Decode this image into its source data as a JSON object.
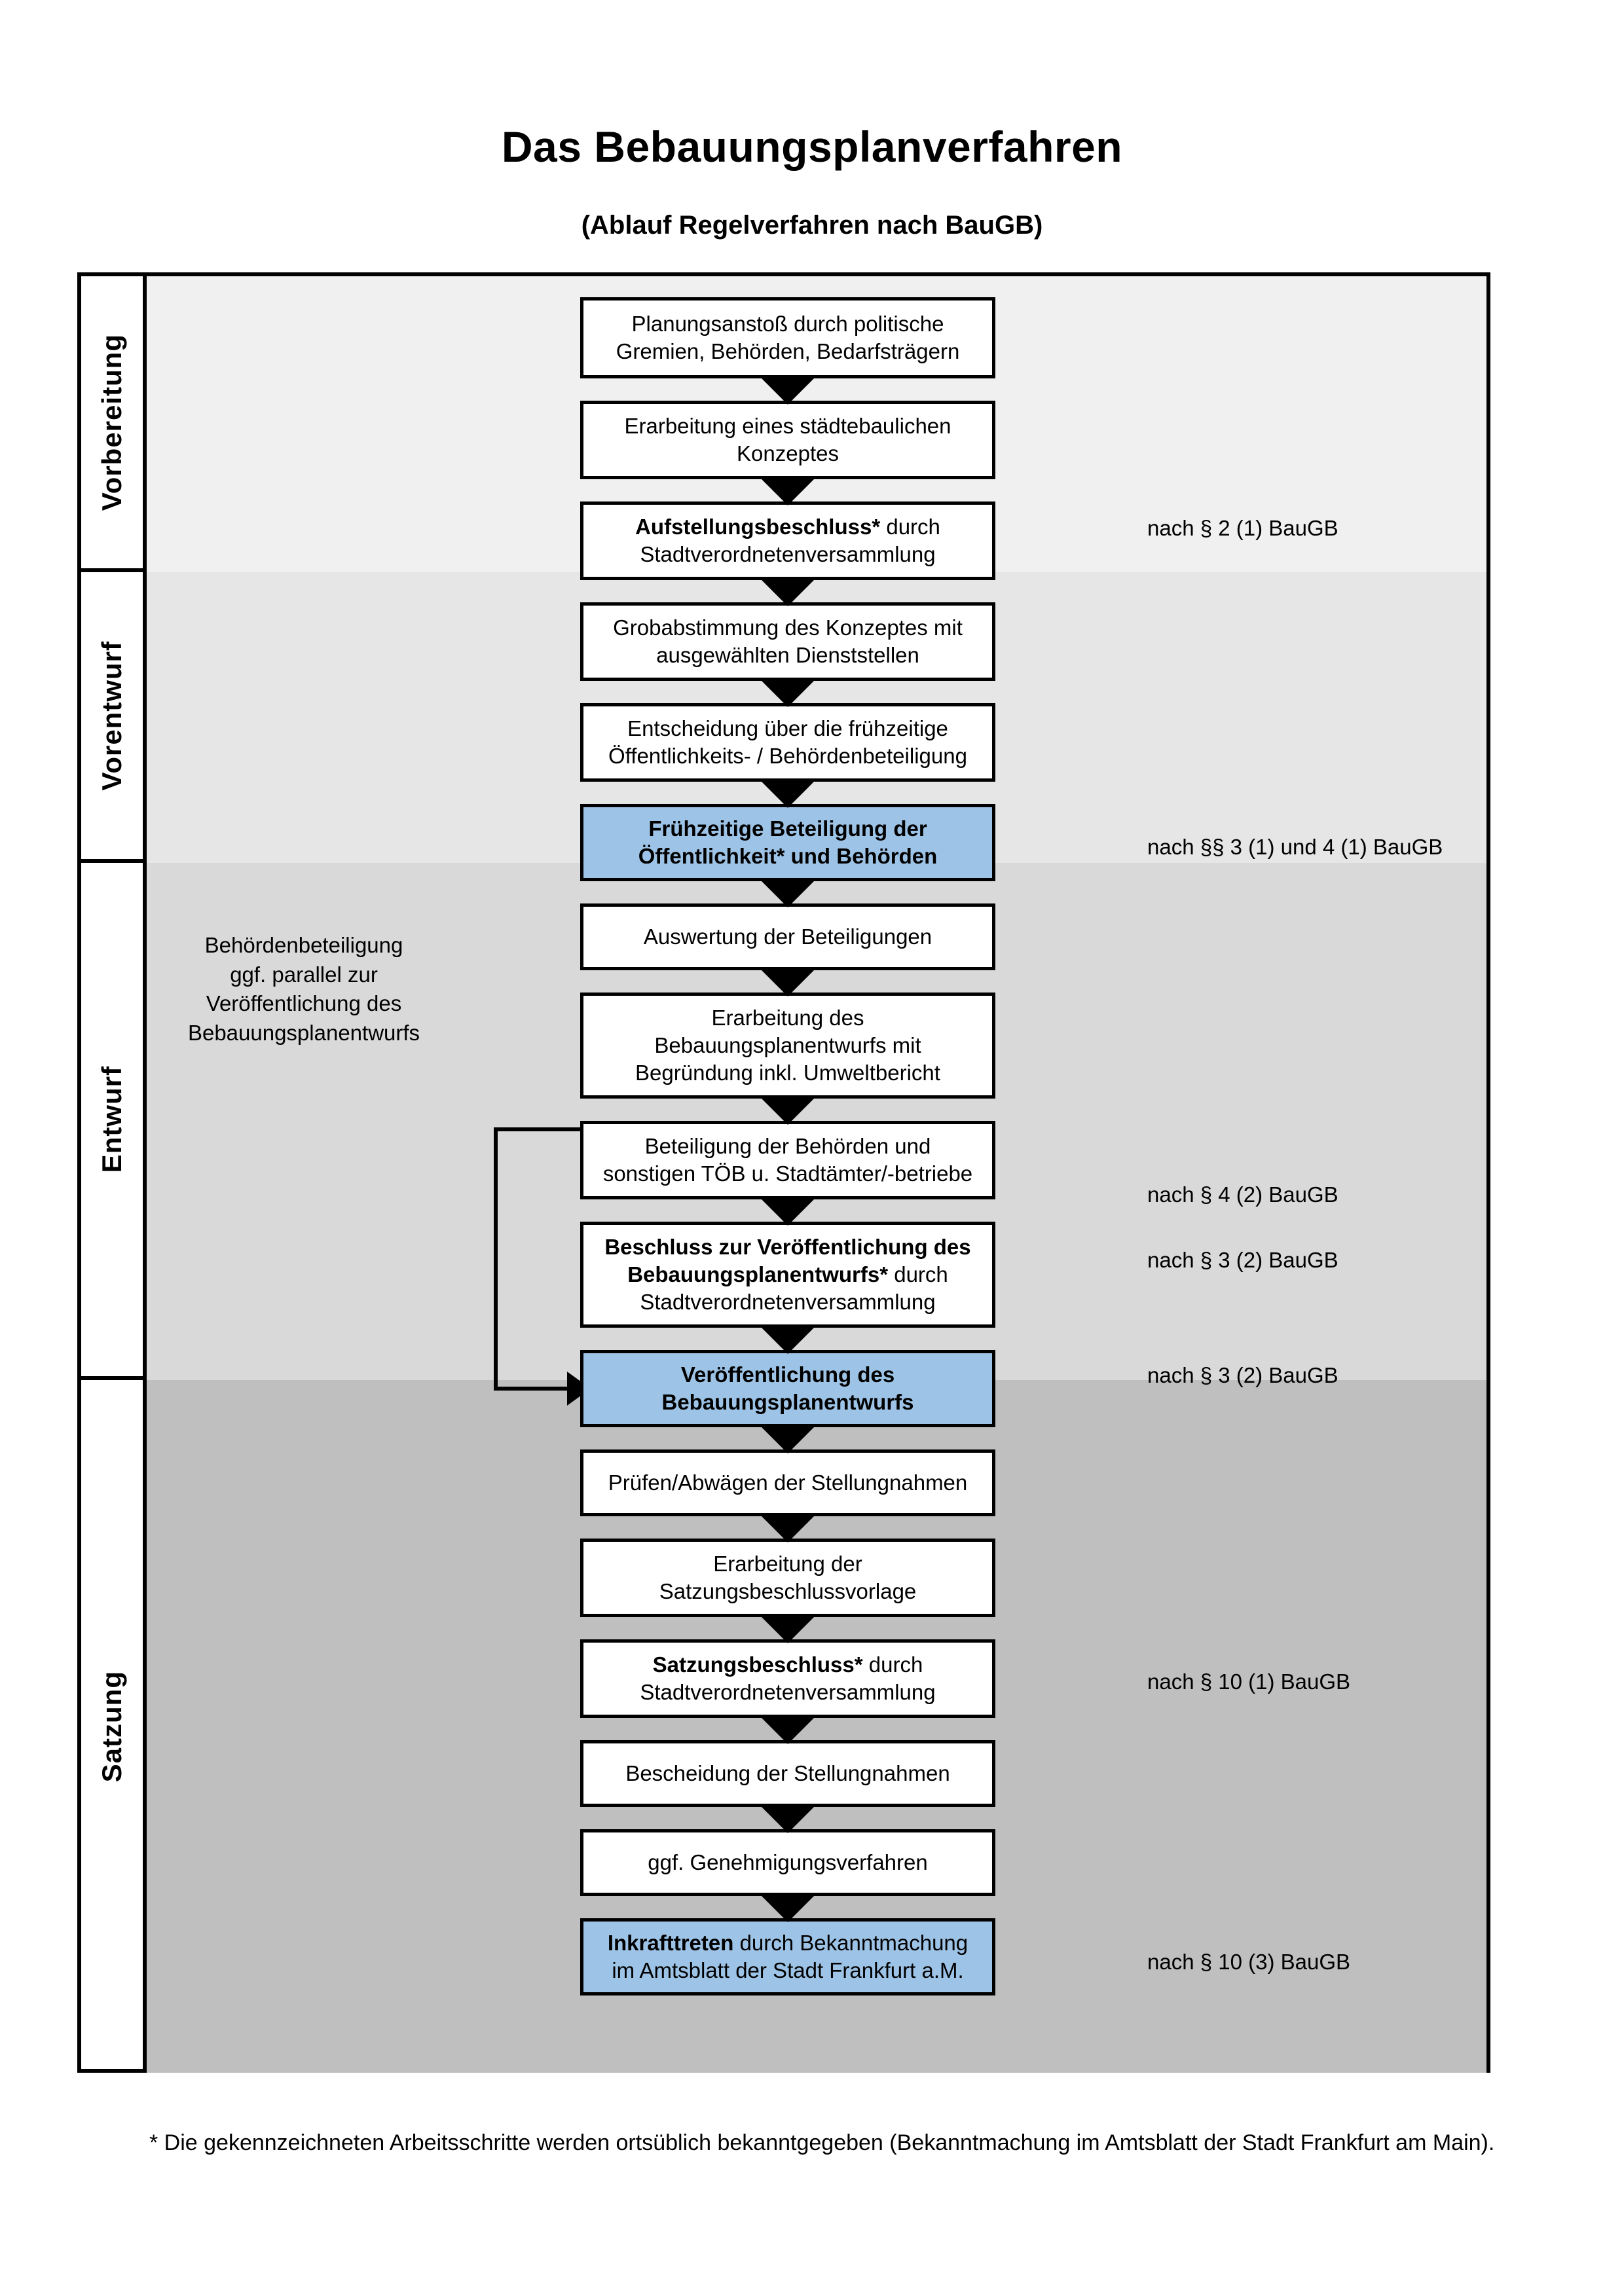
{
  "document": {
    "title": "Das Bebauungsplanverfahren",
    "subtitle": "(Ablauf Regelverfahren nach BauGB)",
    "footnote": "* Die gekennzeichneten Arbeitsschritte werden ortsüblich bekanntgegeben (Bekanntmachung im Amtsblatt  der Stadt Frankfurt am Main)."
  },
  "colors": {
    "highlight_blue": "#9dc3e6",
    "band_vorbereitung": "#f0f0f0",
    "band_vorentwurf": "#e6e6e6",
    "band_entwurf": "#d9d9d9",
    "band_satzung": "#bfbfbf",
    "box_border": "#000000",
    "box_fill": "#ffffff"
  },
  "phases": [
    {
      "label": "Vorbereitung"
    },
    {
      "label": "Vorentwurf"
    },
    {
      "label": "Entwurf"
    },
    {
      "label": "Satzung"
    }
  ],
  "steps": [
    {
      "id": "planungsanstoss",
      "line1": "Planungsanstoß durch politische",
      "line2": "Gremien, Behörden, Bedarfsträgern",
      "bold": "",
      "highlight": false
    },
    {
      "id": "staedtebau-konzept",
      "line1": "Erarbeitung eines städtebaulichen",
      "line2": "Konzeptes",
      "bold": "",
      "highlight": false
    },
    {
      "id": "aufstellungsbeschluss",
      "bold": "Aufstellungsbeschluss*",
      "rest1": " durch",
      "line2": "Stadtverordnetenversammlung",
      "highlight": false
    },
    {
      "id": "grobabstimmung",
      "line1": "Grobabstimmung des Konzeptes mit",
      "line2": "ausgewählten Dienststellen",
      "bold": "",
      "highlight": false
    },
    {
      "id": "entscheidung-fruehzeitig",
      "line1": "Entscheidung über die frühzeitige",
      "line2": "Öffentlichkeits- / Behördenbeteiligung",
      "bold": "",
      "highlight": false
    },
    {
      "id": "fruehzeitige-beteiligung",
      "bold1": "Frühzeitige Beteiligung der",
      "bold2": "Öffentlichkeit* und Behörden",
      "highlight": true
    },
    {
      "id": "auswertung",
      "line1": "Auswertung der Beteiligungen",
      "bold": "",
      "highlight": false
    },
    {
      "id": "erarbeitung-bplan",
      "line1": "Erarbeitung des",
      "line2": "Bebauungsplanentwurfs mit",
      "line3": "Begründung inkl. Umweltbericht",
      "bold": "",
      "highlight": false
    },
    {
      "id": "beteiligung-behoerden",
      "line1": "Beteiligung der Behörden und",
      "line2": "sonstigen TÖB u. Stadtämter/-betriebe",
      "bold": "",
      "highlight": false
    },
    {
      "id": "beschluss-veroeffentlichung",
      "bold1": "Beschluss zur Veröffentlichung des",
      "bold2": "Bebauungsplanentwurfs*",
      "rest2": " durch",
      "line3": "Stadtverordnetenversammlung",
      "highlight": false
    },
    {
      "id": "veroeffentlichung",
      "bold1": "Veröffentlichung des",
      "bold2": "Bebauungsplanentwurfs",
      "highlight": true
    },
    {
      "id": "pruefen-abwaegen",
      "line1": "Prüfen/Abwägen der Stellungnahmen",
      "bold": "",
      "highlight": false
    },
    {
      "id": "satzungsvorlage",
      "line1": "Erarbeitung der",
      "line2": "Satzungsbeschlussvorlage",
      "bold": "",
      "highlight": false
    },
    {
      "id": "satzungsbeschluss",
      "bold": "Satzungsbeschluss*",
      "rest1": " durch",
      "line2": "Stadtverordnetenversammlung",
      "highlight": false
    },
    {
      "id": "bescheidung",
      "line1": "Bescheidung der Stellungnahmen",
      "bold": "",
      "highlight": false
    },
    {
      "id": "genehmigungsverfahren",
      "line1": "ggf. Genehmigungsverfahren",
      "bold": "",
      "highlight": false
    },
    {
      "id": "inkrafttreten",
      "bold": "Inkrafttreten",
      "rest1": " durch Bekanntmachung",
      "line2": "im Amtsblatt der Stadt Frankfurt a.M.",
      "highlight": true
    }
  ],
  "references": [
    {
      "id": "ref-par2-1",
      "text": "nach § 2 (1) BauGB"
    },
    {
      "id": "ref-par3-4-1",
      "text": "nach §§ 3 (1) und 4 (1) BauGB"
    },
    {
      "id": "ref-par4-2",
      "text": "nach § 4 (2) BauGB"
    },
    {
      "id": "ref-par3-2a",
      "text": "nach § 3 (2) BauGB"
    },
    {
      "id": "ref-par3-2b",
      "text": "nach § 3 (2) BauGB"
    },
    {
      "id": "ref-par10-1",
      "text": "nach § 10 (1) BauGB"
    },
    {
      "id": "ref-par10-3",
      "text": "nach § 10 (3) BauGB"
    }
  ],
  "sidenote": {
    "line1": "Behördenbeteiligung",
    "line2": "ggf. parallel zur",
    "line3": "Veröffentlichung des",
    "line4": "Bebauungsplanentwurfs"
  }
}
